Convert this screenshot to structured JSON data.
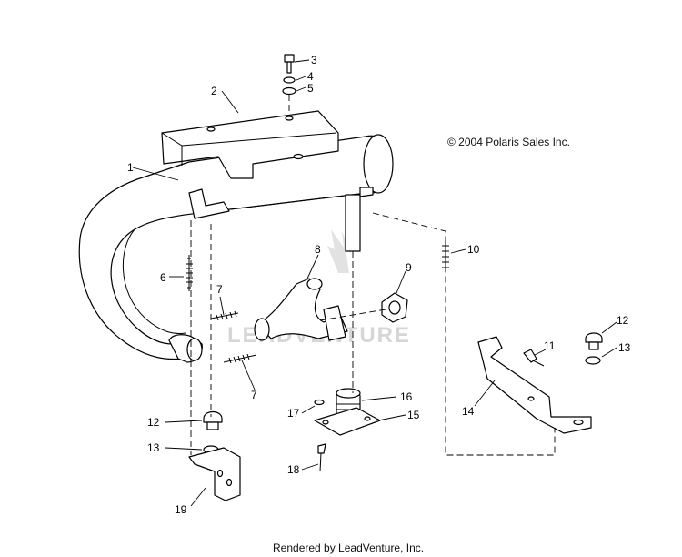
{
  "copyright": "© 2004 Polaris Sales Inc.",
  "footer": "Rendered by LeadVenture, Inc.",
  "watermark": "LEADVENTURE",
  "callouts": [
    "1",
    "2",
    "3",
    "4",
    "5",
    "6",
    "7",
    "7",
    "8",
    "9",
    "10",
    "11",
    "12",
    "12",
    "13",
    "13",
    "14",
    "15",
    "16",
    "17",
    "18",
    "19"
  ]
}
